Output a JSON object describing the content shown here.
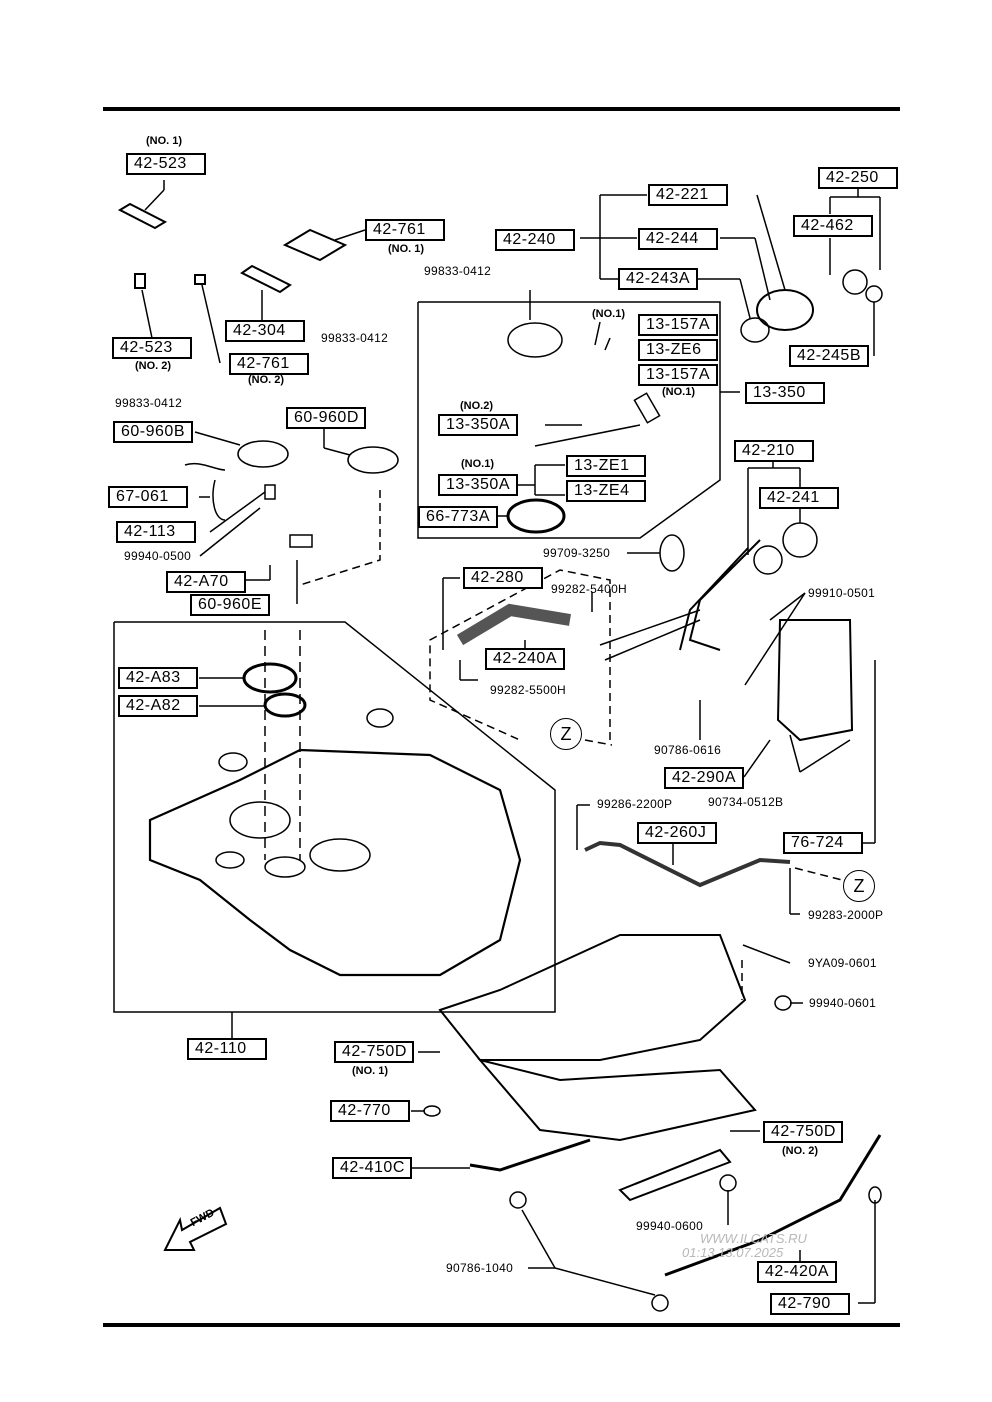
{
  "diagram": {
    "title": "Fuel tank exploded parts diagram",
    "direction_marker": "FWD",
    "connector_marker": "Z",
    "watermark": [
      "WWW.ILCATS.RU",
      "01:13 13.07.2025"
    ],
    "part_labels": [
      {
        "id": "42-523",
        "note": "(NO. 1)"
      },
      {
        "id": "42-761",
        "note": "(NO. 1)"
      },
      {
        "id": "42-304",
        "note": ""
      },
      {
        "id": "42-523",
        "note": "(NO. 2)"
      },
      {
        "id": "42-761",
        "note": "(NO. 2)"
      },
      {
        "id": "42-240",
        "note": ""
      },
      {
        "id": "42-221",
        "note": ""
      },
      {
        "id": "42-244",
        "note": ""
      },
      {
        "id": "42-243A",
        "note": ""
      },
      {
        "id": "42-250",
        "note": ""
      },
      {
        "id": "42-462",
        "note": ""
      },
      {
        "id": "42-245B",
        "note": ""
      },
      {
        "id": "13-157A",
        "note": "(NO.1)"
      },
      {
        "id": "13-ZE6",
        "note": ""
      },
      {
        "id": "13-157A",
        "note": "(NO.1)"
      },
      {
        "id": "13-350",
        "note": ""
      },
      {
        "id": "13-350A",
        "note": "(NO.2)"
      },
      {
        "id": "13-ZE1",
        "note": ""
      },
      {
        "id": "13-350A",
        "note": "(NO.1)"
      },
      {
        "id": "13-ZE4",
        "note": ""
      },
      {
        "id": "66-773A",
        "note": ""
      },
      {
        "id": "60-960B",
        "note": ""
      },
      {
        "id": "60-960D",
        "note": ""
      },
      {
        "id": "67-061",
        "note": ""
      },
      {
        "id": "42-113",
        "note": ""
      },
      {
        "id": "42-A70",
        "note": ""
      },
      {
        "id": "60-960E",
        "note": ""
      },
      {
        "id": "42-210",
        "note": ""
      },
      {
        "id": "42-241",
        "note": ""
      },
      {
        "id": "42-280",
        "note": ""
      },
      {
        "id": "42-240A",
        "note": ""
      },
      {
        "id": "42-A83",
        "note": ""
      },
      {
        "id": "42-A82",
        "note": ""
      },
      {
        "id": "42-290A",
        "note": ""
      },
      {
        "id": "42-260J",
        "note": ""
      },
      {
        "id": "76-724",
        "note": ""
      },
      {
        "id": "42-110",
        "note": ""
      },
      {
        "id": "42-750D",
        "note": "(NO. 1)"
      },
      {
        "id": "42-770",
        "note": ""
      },
      {
        "id": "42-410C",
        "note": ""
      },
      {
        "id": "42-750D",
        "note": "(NO. 2)"
      },
      {
        "id": "42-420A",
        "note": ""
      },
      {
        "id": "42-790",
        "note": ""
      }
    ],
    "hardware_labels": [
      "99833-0412",
      "99833-0412",
      "99833-0412",
      "99940-0500",
      "99709-3250",
      "99282-5400H",
      "99282-5500H",
      "99910-0501",
      "90786-0616",
      "90734-0512B",
      "99286-2200P",
      "99283-2000P",
      "9YA09-0601",
      "99940-0601",
      "99940-0600",
      "90786-1040"
    ]
  }
}
